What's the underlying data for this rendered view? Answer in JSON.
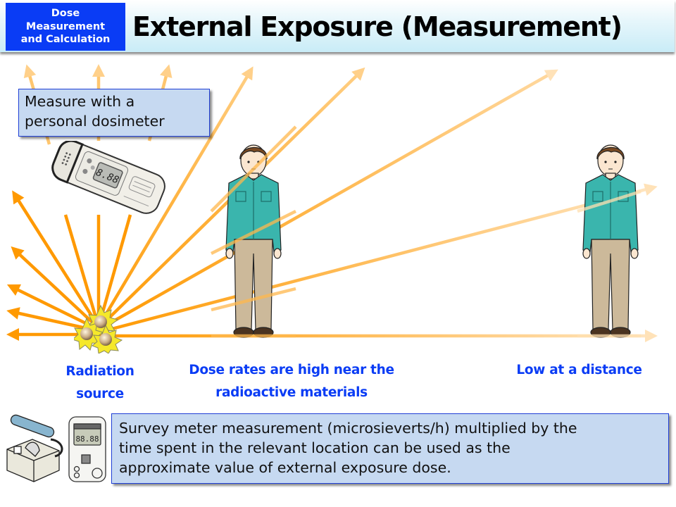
{
  "header": {
    "badge_lines": [
      "Dose",
      "Measurement",
      "and Calculation"
    ],
    "title": "External Exposure (Measurement)"
  },
  "callouts": {
    "personal_dosimeter": {
      "lines": [
        "Measure with a",
        "personal dosimeter"
      ]
    },
    "survey_meter": {
      "lines": [
        "Survey meter measurement (microsieverts/h) multiplied by the",
        "time spent in the relevant location can be used as the",
        "approximate value of external exposure dose."
      ]
    }
  },
  "labels": {
    "radiation_source": [
      "Radiation",
      "source"
    ],
    "near": [
      "Dose rates are high near the",
      "radioactive materials"
    ],
    "far": "Low at a distance"
  },
  "devices": {
    "dosimeter_display": "8.88",
    "survey_meter_display": "88.88"
  },
  "colors": {
    "accent_blue": "#0a3cf5",
    "ray_orange": "#ff9900",
    "callout_fill": "#c6d9f1",
    "shirt": "#3ab5ad",
    "pants": "#ccb99a"
  }
}
